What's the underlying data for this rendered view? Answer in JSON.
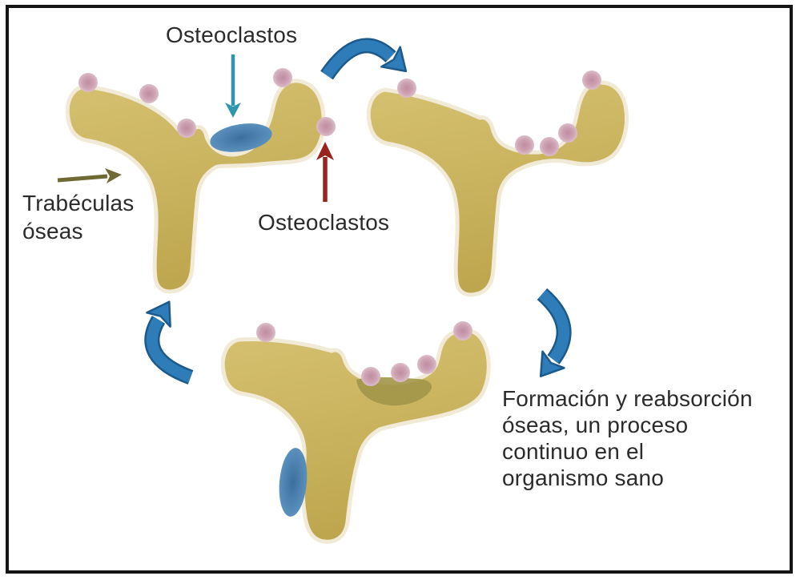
{
  "labels": {
    "osteoclasts_top": "Osteoclastos",
    "osteoclasts_bottom": "Osteoclastos",
    "trabeculae": {
      "line1": "Trabéculas",
      "line2": "óseas"
    },
    "caption": {
      "line1": "Formación y reabsorción",
      "line2": "óseas, un proceso",
      "line3": "continuo en el",
      "line4": "organismo sano"
    }
  },
  "icons": {
    "cycle_arrow_top": "curved-arrow-clockwise",
    "cycle_arrow_right": "curved-arrow-down",
    "cycle_arrow_left": "curved-arrow-up",
    "osteoclast_pointer": "straight-arrow-down",
    "osteoblast_pointer": "straight-arrow-up",
    "trabecula_pointer": "straight-arrow-right",
    "osteoclast_blob": "blue-ellipse-cell",
    "bone_cell": "pink-circle-cell"
  },
  "colors": {
    "bone_fill": "#c9b35e",
    "bone_halo": "#f1ead6",
    "resorption_pit": "#a2964a",
    "cell_pink": "#d0a7b7",
    "osteoclast_blue": "#4d86b5",
    "cycle_arrow_blue": "#2e7db9",
    "cycle_arrow_outline": "#1c5a8c",
    "pointer_teal": "#2e96ae",
    "pointer_red": "#99231d",
    "pointer_olive": "#6f6a33",
    "text": "#2b2b2b",
    "frame_border": "#151515",
    "background": "#ffffff"
  }
}
